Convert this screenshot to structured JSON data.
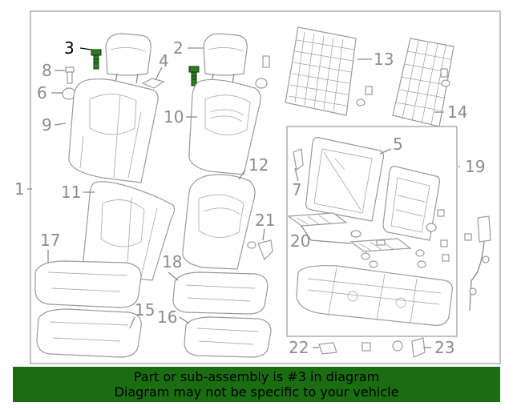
{
  "diagram": {
    "accent_color": "#1a6e11",
    "highlight_color": "#2f7a24",
    "highlighted_callout": "3",
    "callouts": [
      "1",
      "2",
      "3",
      "4",
      "5",
      "6",
      "7",
      "8",
      "9",
      "10",
      "11",
      "12",
      "13",
      "14",
      "15",
      "16",
      "17",
      "18",
      "19",
      "20",
      "21",
      "22",
      "23"
    ]
  },
  "banner": {
    "line1": "Part or sub-assembly is #3 in diagram",
    "line2": "Diagram may not be specific to your vehicle"
  }
}
